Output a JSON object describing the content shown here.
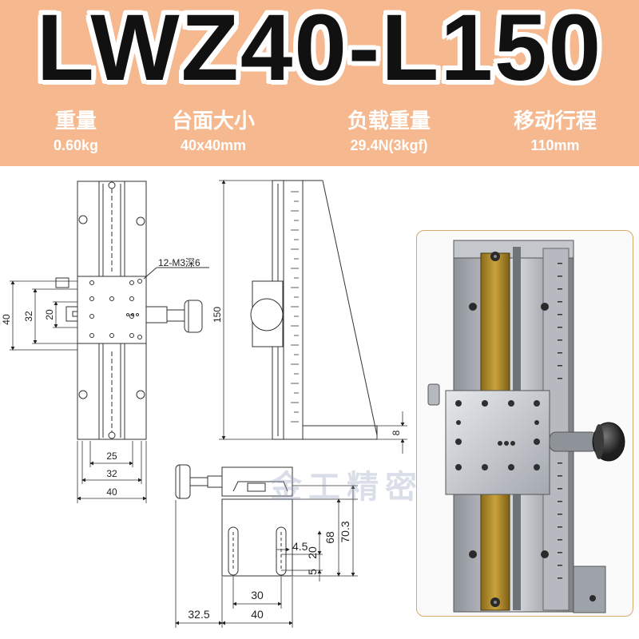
{
  "product": {
    "model": "LWZ40-L150"
  },
  "specs": [
    {
      "label": "重量",
      "value": "0.60kg"
    },
    {
      "label": "台面大小",
      "value": "40x40mm"
    },
    {
      "label": "负载重量",
      "value": "29.4N(3kgf)"
    },
    {
      "label": "移动行程",
      "value": "110mm"
    }
  ],
  "drawing": {
    "front_note": "12-M3深6",
    "dim_40_left": "40",
    "dim_32_left": "32",
    "dim_20_left": "20",
    "dim_25": "25",
    "dim_32_bottom": "32",
    "dim_40_bottom": "40",
    "dim_150": "150",
    "dim_8": "8",
    "dim_68": "68",
    "dim_70_3": "70.3",
    "dim_4_5": "4.5",
    "dim_20_bottom": "20",
    "dim_5": "5",
    "dim_30": "30",
    "dim_32_5": "32.5",
    "dim_40_base": "40"
  },
  "watermark": "金工精密",
  "colors": {
    "header_bg": "#f6b98f",
    "title_text": "#111111",
    "spec_text": "#ffffff",
    "photo_border": "#d8a86a",
    "brass_strip": "#b8902a"
  }
}
